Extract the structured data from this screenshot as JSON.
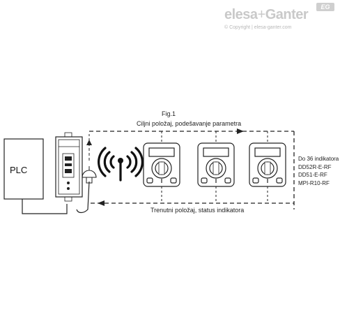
{
  "brand": {
    "name_part1": "elesa",
    "plus": "+",
    "name_part2": "Ganter",
    "badge": "EG",
    "copyright": "© Copyright | elesa-ganter.com"
  },
  "diagram": {
    "figure_label": "Fig.1",
    "top_flow_label": "Ciljni položaj, podešavanje parametra",
    "bottom_flow_label": "Trenutni položaj, status indikatora",
    "plc_label": "PLC",
    "side_note": [
      "Do 36 indikatora",
      "DD52R-E-RF",
      "DD51-E-RF",
      "MPI-R10-RF"
    ]
  }
}
